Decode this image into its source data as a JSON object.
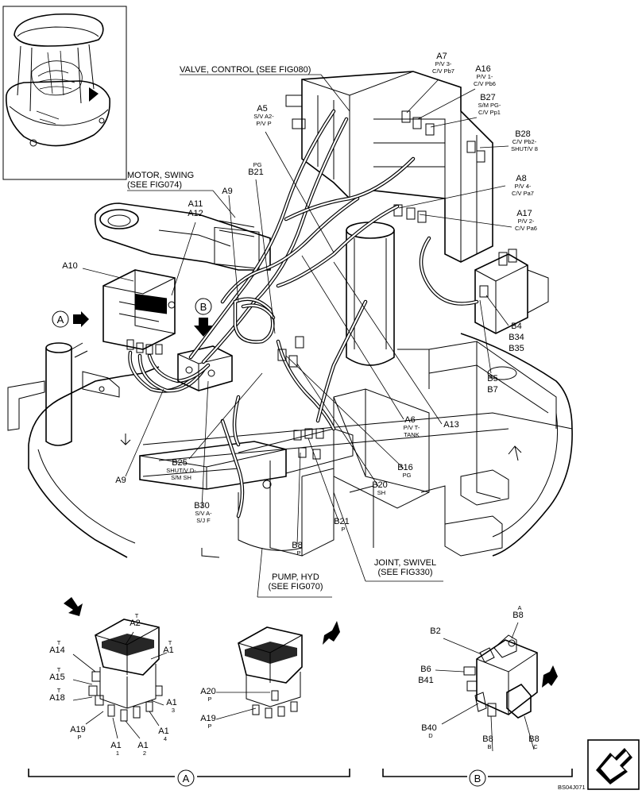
{
  "drawing_code": "BS04J071",
  "section_labels": {
    "A": "A",
    "B": "B"
  },
  "callouts": [
    {
      "id": "valve-control",
      "lines": [
        "VALVE, CONTROL (SEE FIG080)"
      ]
    },
    {
      "id": "motor-swing",
      "lines": [
        "MOTOR, SWING",
        "(SEE FIG074)"
      ]
    },
    {
      "id": "pump-hyd",
      "lines": [
        "PUMP, HYD",
        "(SEE FIG070)"
      ]
    },
    {
      "id": "joint-swivel",
      "lines": [
        "JOINT, SWIVEL",
        "(SEE FIG330)"
      ]
    }
  ],
  "labels": [
    {
      "id": "A7",
      "code": "A7",
      "sub": [
        "P/V 3-",
        "C/V Pb7"
      ]
    },
    {
      "id": "A16",
      "code": "A16",
      "sub": [
        "P/V 1-",
        "C/V Pb6"
      ]
    },
    {
      "id": "B27",
      "code": "B27",
      "sub": [
        "S/M PG-",
        "C/V Pp1"
      ]
    },
    {
      "id": "B28",
      "code": "B28",
      "sub": [
        "C/V Pb2-",
        "SHUT/V 8"
      ]
    },
    {
      "id": "A8",
      "code": "A8",
      "sub": [
        "P/V 4-",
        "C/V Pa7"
      ]
    },
    {
      "id": "A17",
      "code": "A17",
      "sub": [
        "P/V 2-",
        "C/V Pa6"
      ]
    },
    {
      "id": "A5",
      "code": "A5",
      "sub": [
        "S/V A2-",
        "P/V P"
      ]
    },
    {
      "id": "B21-top",
      "code": "B21",
      "pre": "PG",
      "sub": []
    },
    {
      "id": "A9-top",
      "code": "A9",
      "sub": []
    },
    {
      "id": "A11",
      "code": "A11",
      "sub": []
    },
    {
      "id": "A12",
      "code": "A12",
      "sub": []
    },
    {
      "id": "A10",
      "code": "A10",
      "sub": []
    },
    {
      "id": "B4",
      "code": "B4",
      "sub": []
    },
    {
      "id": "B34",
      "code": "B34",
      "sub": []
    },
    {
      "id": "B35",
      "code": "B35",
      "sub": []
    },
    {
      "id": "B5",
      "code": "B5",
      "sub": []
    },
    {
      "id": "B7",
      "code": "B7",
      "sub": []
    },
    {
      "id": "A13",
      "code": "A13",
      "sub": []
    },
    {
      "id": "A6",
      "code": "A6",
      "sub": [
        "P/V T-",
        "TANK"
      ]
    },
    {
      "id": "A9-bot",
      "code": "A9",
      "sub": []
    },
    {
      "id": "B25",
      "code": "B25",
      "sub": [
        "SHUT/V D-",
        "S/M SH"
      ]
    },
    {
      "id": "B30",
      "code": "B30",
      "sub": [
        "S/V A-",
        "S/J F"
      ]
    },
    {
      "id": "B16",
      "code": "B16",
      "sub": [
        "PG"
      ]
    },
    {
      "id": "B20",
      "code": "B20",
      "sub": [
        "SH"
      ]
    },
    {
      "id": "B21-bot",
      "code": "B21",
      "sub": [
        "P"
      ]
    },
    {
      "id": "B8-mid",
      "code": "B8",
      "sub": [
        "P"
      ]
    },
    {
      "id": "A2",
      "code": "A2",
      "pre": "T",
      "sub": []
    },
    {
      "id": "A14",
      "code": "A14",
      "pre": "T",
      "sub": []
    },
    {
      "id": "A1-t",
      "code": "A1",
      "pre": "T",
      "sub": []
    },
    {
      "id": "A15",
      "code": "A15",
      "pre": "T",
      "sub": []
    },
    {
      "id": "A18",
      "code": "A18",
      "pre": "T",
      "sub": []
    },
    {
      "id": "A1-3",
      "code": "A1",
      "sub": [
        "3"
      ]
    },
    {
      "id": "A19-l",
      "code": "A19",
      "sub": [
        "P"
      ]
    },
    {
      "id": "A1-4",
      "code": "A1",
      "sub": [
        "4"
      ]
    },
    {
      "id": "A1-1",
      "code": "A1",
      "sub": [
        "1"
      ]
    },
    {
      "id": "A1-2",
      "code": "A1",
      "sub": [
        "2"
      ]
    },
    {
      "id": "A20",
      "code": "A20",
      "sub": [
        "P"
      ]
    },
    {
      "id": "A19-r",
      "code": "A19",
      "sub": [
        "P"
      ]
    },
    {
      "id": "B8-a",
      "code": "B8",
      "pre": "A",
      "sub": []
    },
    {
      "id": "B2",
      "code": "B2",
      "sub": []
    },
    {
      "id": "B6",
      "code": "B6",
      "sub": []
    },
    {
      "id": "B41",
      "code": "B41",
      "sub": []
    },
    {
      "id": "B40",
      "code": "B40",
      "sub": [
        "D"
      ]
    },
    {
      "id": "B8-b",
      "code": "B8",
      "sub": [
        "B"
      ]
    },
    {
      "id": "B8-c",
      "code": "B8",
      "sub": [
        "C"
      ]
    }
  ]
}
